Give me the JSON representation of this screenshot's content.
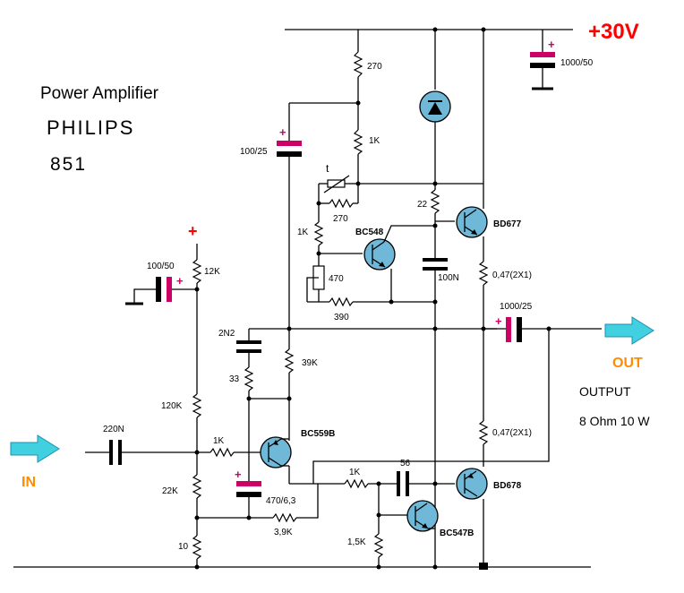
{
  "title": {
    "line1": "Power Amplifier",
    "line2": "PHILIPS",
    "line3": "851"
  },
  "supply": {
    "label": "+30V",
    "color": "#ff0000"
  },
  "io": {
    "input": "IN",
    "output": "OUT",
    "output_desc": "OUTPUT",
    "output_spec": "8 Ohm 10 W",
    "io_color": "#ff8c00",
    "arrow_color": "#40d0e0"
  },
  "components": {
    "r270_top": "270",
    "c100_25": "100/25",
    "r1k_top": "1K",
    "thermistor": "t",
    "r270_mid": "270",
    "r22": "22",
    "q_bd677": "BD677",
    "q_bc548": "BC548",
    "r1k_left": "1K",
    "r470": "470",
    "r390": "390",
    "c100n": "100N",
    "r047_top": "0,47(2X1)",
    "c1000_25": "1000/25",
    "c1000_50": "1000/50",
    "plus_sign": "+",
    "c100_50": "100/50",
    "r12k": "12K",
    "c2n2": "2N2",
    "r33": "33",
    "r39k": "39K",
    "r120k": "120K",
    "c220n": "220N",
    "r1k_in": "1K",
    "q_bc559b": "BC559B",
    "r22k": "22K",
    "c470": "470/6,3",
    "r3_9k": "3,9K",
    "r10": "10",
    "r1k_bot": "1K",
    "c56": "56",
    "q_bd678": "BD678",
    "r047_bot": "0,47(2X1)",
    "r1_5k": "1,5K",
    "q_bc547b": "BC547B"
  }
}
